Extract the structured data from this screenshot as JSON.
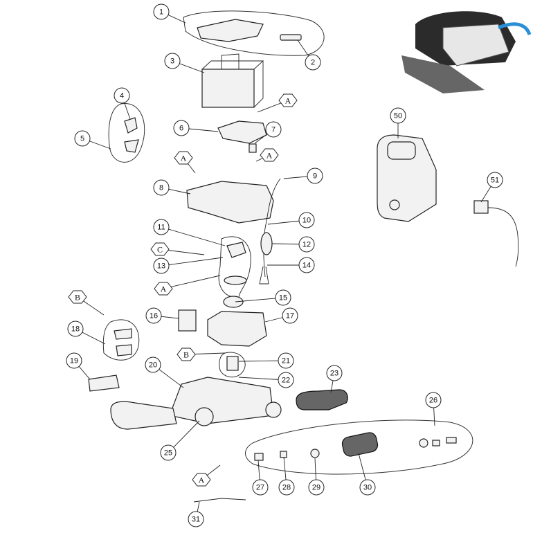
{
  "diagram": {
    "type": "exploded-parts-diagram",
    "callouts": [
      {
        "label": "1",
        "kind": "number"
      },
      {
        "label": "2",
        "kind": "number"
      },
      {
        "label": "3",
        "kind": "number"
      },
      {
        "label": "4",
        "kind": "number"
      },
      {
        "label": "5",
        "kind": "number"
      },
      {
        "label": "6",
        "kind": "number"
      },
      {
        "label": "7",
        "kind": "number"
      },
      {
        "label": "A",
        "kind": "hex"
      },
      {
        "label": "A",
        "kind": "hex"
      },
      {
        "label": "A",
        "kind": "hex"
      },
      {
        "label": "8",
        "kind": "number"
      },
      {
        "label": "9",
        "kind": "number"
      },
      {
        "label": "10",
        "kind": "number"
      },
      {
        "label": "11",
        "kind": "number"
      },
      {
        "label": "12",
        "kind": "number"
      },
      {
        "label": "C",
        "kind": "hex"
      },
      {
        "label": "13",
        "kind": "number"
      },
      {
        "label": "14",
        "kind": "number"
      },
      {
        "label": "A",
        "kind": "hex"
      },
      {
        "label": "15",
        "kind": "number"
      },
      {
        "label": "B",
        "kind": "hex"
      },
      {
        "label": "16",
        "kind": "number"
      },
      {
        "label": "17",
        "kind": "number"
      },
      {
        "label": "18",
        "kind": "number"
      },
      {
        "label": "B",
        "kind": "hex"
      },
      {
        "label": "21",
        "kind": "number"
      },
      {
        "label": "19",
        "kind": "number"
      },
      {
        "label": "22",
        "kind": "number"
      },
      {
        "label": "20",
        "kind": "number"
      },
      {
        "label": "23",
        "kind": "number"
      },
      {
        "label": "26",
        "kind": "number"
      },
      {
        "label": "25",
        "kind": "number"
      },
      {
        "label": "A",
        "kind": "hex"
      },
      {
        "label": "27",
        "kind": "number"
      },
      {
        "label": "28",
        "kind": "number"
      },
      {
        "label": "29",
        "kind": "number"
      },
      {
        "label": "30",
        "kind": "number"
      },
      {
        "label": "31",
        "kind": "number"
      },
      {
        "label": "50",
        "kind": "number"
      },
      {
        "label": "51",
        "kind": "number"
      }
    ],
    "colors": {
      "line": "#222222",
      "accent_cable": "#2a8fd6",
      "robot_body": "#2b2b2b"
    }
  }
}
